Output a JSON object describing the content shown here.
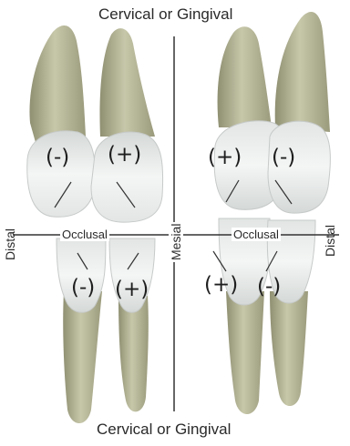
{
  "labels": {
    "top": "Cervical or Gingival",
    "bottom": "Cervical or Gingival",
    "occlusal_left": "Occlusal",
    "occlusal_right": "Occlusal",
    "distal_left": "Distal",
    "distal_right": "Distal",
    "mesial": "Mesial"
  },
  "signs": {
    "upper_left_distal": "(-)",
    "upper_left_mesial": "(+)",
    "upper_right_mesial": "(+)",
    "upper_right_distal": "(-)",
    "lower_left_distal": "(-)",
    "lower_left_mesial": "(+)",
    "lower_right_mesial": "(+)",
    "lower_right_distal": "(-)"
  },
  "colors": {
    "root": "#b9b99a",
    "root_shade": "#8f8f72",
    "crown": "#eef0ef",
    "crown_shade": "#c6cac8",
    "line": "#333333",
    "text": "#2a2a2a"
  }
}
